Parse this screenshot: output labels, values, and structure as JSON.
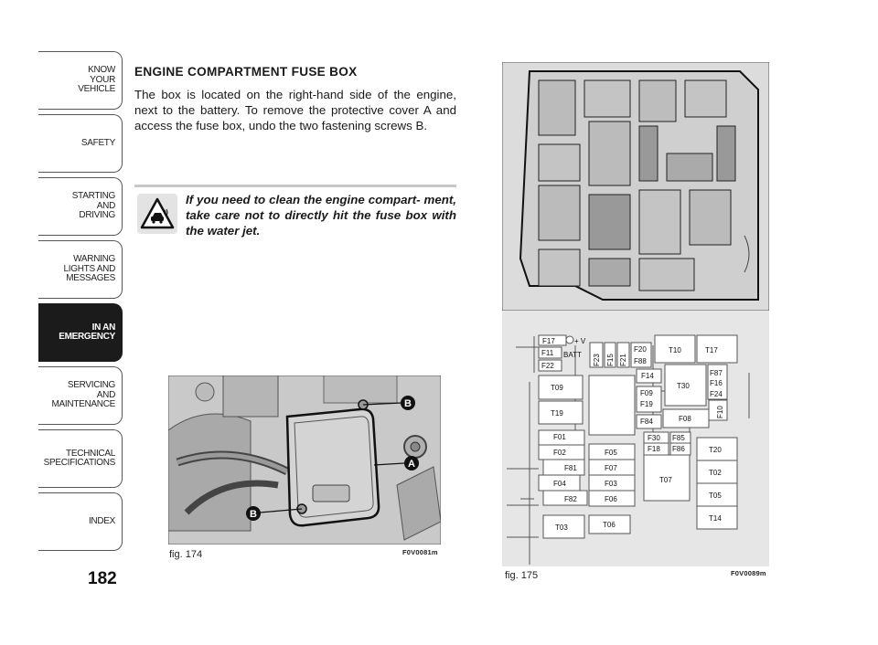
{
  "sidebar": {
    "tabs": [
      {
        "label": "KNOW\nYOUR\nVEHICLE",
        "active": false
      },
      {
        "label": "SAFETY",
        "active": false
      },
      {
        "label": "STARTING\nAND\nDRIVING",
        "active": false
      },
      {
        "label": "WARNING\nLIGHTS AND\nMESSAGES",
        "active": false
      },
      {
        "label": "IN AN\nEMERGENCY",
        "active": true
      },
      {
        "label": "SERVICING\nAND\nMAINTENANCE",
        "active": false
      },
      {
        "label": "TECHNICAL\nSPECIFICATIONS",
        "active": false
      },
      {
        "label": "INDEX",
        "active": false
      }
    ]
  },
  "page_number": "182",
  "section": {
    "title": "ENGINE COMPARTMENT FUSE BOX",
    "body": "The box is located on the right-hand side of the engine, next to the battery. To remove the protective cover A and access the fuse box, undo the two fastening screws B.",
    "warning": "If you need to clean the engine compart- ment, take care not to directly hit the fuse box with the water jet."
  },
  "figures": {
    "fig174": {
      "caption": "fig. 174",
      "code": "F0V0081m",
      "markers": [
        "B",
        "A",
        "B"
      ]
    },
    "fig175": {
      "caption": "fig. 175",
      "code": "F0V0089m"
    }
  },
  "fuse_labels": {
    "F17": "F17",
    "plusV": "+ V",
    "F11": "F11",
    "BATT": "BATT",
    "F22": "F22",
    "F23": "F23",
    "F15": "F15",
    "F21": "F21",
    "F20": "F20",
    "F88": "F88",
    "T10": "T10",
    "T17": "T17",
    "T09": "T09",
    "F14": "F14",
    "T30": "T30",
    "F87": "F87",
    "F16": "F16",
    "F24": "F24",
    "F10": "F10",
    "F09": "F09",
    "F19": "F19",
    "T19": "T19",
    "F84": "F84",
    "F08": "F08",
    "F01": "F01",
    "F30": "F30",
    "F85": "F85",
    "F02": "F02",
    "F05": "F05",
    "F18": "F18",
    "F86": "F86",
    "T20": "T20",
    "F81": "F81",
    "F07": "F07",
    "F04": "F04",
    "F03": "F03",
    "T07": "T07",
    "T02": "T02",
    "F82": "F82",
    "F06": "F06",
    "T05": "T05",
    "T03": "T03",
    "T06": "T06",
    "T14": "T14"
  },
  "colors": {
    "active_tab": "#1b1b1b",
    "figure_bg": "#d8d8d8",
    "diagram_bg": "#e6e6e6"
  }
}
